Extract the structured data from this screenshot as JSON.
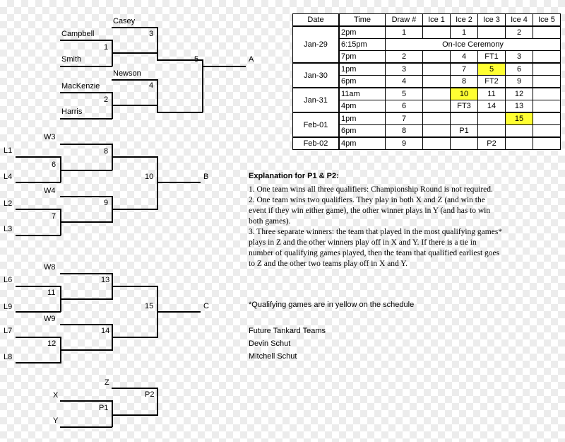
{
  "bracket_a": {
    "casey": "Casey",
    "campbell": "Campbell",
    "smith": "Smith",
    "newson": "Newson",
    "mackenzie": "MacKenzie",
    "harris": "Harris",
    "g1": "1",
    "g2": "2",
    "g3": "3",
    "g4": "4",
    "g5": "5",
    "result": "A"
  },
  "bracket_b": {
    "w3": "W3",
    "l1": "L1",
    "l4": "L4",
    "w4": "W4",
    "l2": "L2",
    "l3": "L3",
    "g6": "6",
    "g7": "7",
    "g8": "8",
    "g9": "9",
    "g10": "10",
    "result": "B"
  },
  "bracket_c": {
    "w8": "W8",
    "l6": "L6",
    "l9": "L9",
    "w9": "W9",
    "l7": "L7",
    "l8": "L8",
    "g11": "11",
    "g12": "12",
    "g13": "13",
    "g14": "14",
    "g15": "15",
    "result": "C"
  },
  "bracket_p": {
    "z": "Z",
    "x": "X",
    "y": "Y",
    "p1": "P1",
    "p2": "P2"
  },
  "schedule": {
    "headers": [
      "Date",
      "Time",
      "Draw #",
      "Ice 1",
      "Ice 2",
      "Ice 3",
      "Ice 4",
      "Ice 5"
    ],
    "jan29": "Jan-29",
    "jan30": "Jan-30",
    "jan31": "Jan-31",
    "feb01": "Feb-01",
    "feb02": "Feb-02",
    "rows": [
      {
        "time": "2pm",
        "draw": "1",
        "ice1": "",
        "ice2": "1",
        "ice3": "",
        "ice4": "2",
        "ice5": ""
      },
      {
        "time": "6:15pm",
        "ceremony": "On-Ice Ceremony"
      },
      {
        "time": "7pm",
        "draw": "2",
        "ice1": "",
        "ice2": "4",
        "ice3": "FT1",
        "ice4": "3",
        "ice5": ""
      },
      {
        "time": "1pm",
        "draw": "3",
        "ice1": "",
        "ice2": "7",
        "ice3": "5",
        "ice4": "6",
        "ice5": ""
      },
      {
        "time": "6pm",
        "draw": "4",
        "ice1": "",
        "ice2": "8",
        "ice3": "FT2",
        "ice4": "9",
        "ice5": ""
      },
      {
        "time": "11am",
        "draw": "5",
        "ice1": "",
        "ice2": "10",
        "ice3": "11",
        "ice4": "12",
        "ice5": ""
      },
      {
        "time": "4pm",
        "draw": "6",
        "ice1": "",
        "ice2": "FT3",
        "ice3": "14",
        "ice4": "13",
        "ice5": ""
      },
      {
        "time": "1pm",
        "draw": "7",
        "ice1": "",
        "ice2": "",
        "ice3": "",
        "ice4": "15",
        "ice5": ""
      },
      {
        "time": "6pm",
        "draw": "8",
        "ice1": "",
        "ice2": "P1",
        "ice3": "",
        "ice4": "",
        "ice5": ""
      },
      {
        "time": "4pm",
        "draw": "9",
        "ice1": "",
        "ice2": "",
        "ice3": "P2",
        "ice4": "",
        "ice5": ""
      }
    ],
    "highlight_color": "#ffff33"
  },
  "notes": {
    "heading": "Explanation for P1 & P2:",
    "line1": "1. One team wins all three qualifiers: Championship Round is not required.",
    "line2": "2. One team wins two qualifiers. They play in both X and Z (and win the event if they win either game), the other winner plays in Y (and has to win both games).",
    "line3": "3. Three separate winners: the team that played in the most qualifying games* plays in Z and the other winners play off in X and Y. If there is a tie in number of qualifying games played, then the team that qualified earliest goes to Z and the other two teams play off in X and Y.",
    "footnote": "*Qualifying games are in yellow on the schedule",
    "future_title": "Future Tankard Teams",
    "team1": "Devin Schut",
    "team2": "Mitchell Schut"
  }
}
